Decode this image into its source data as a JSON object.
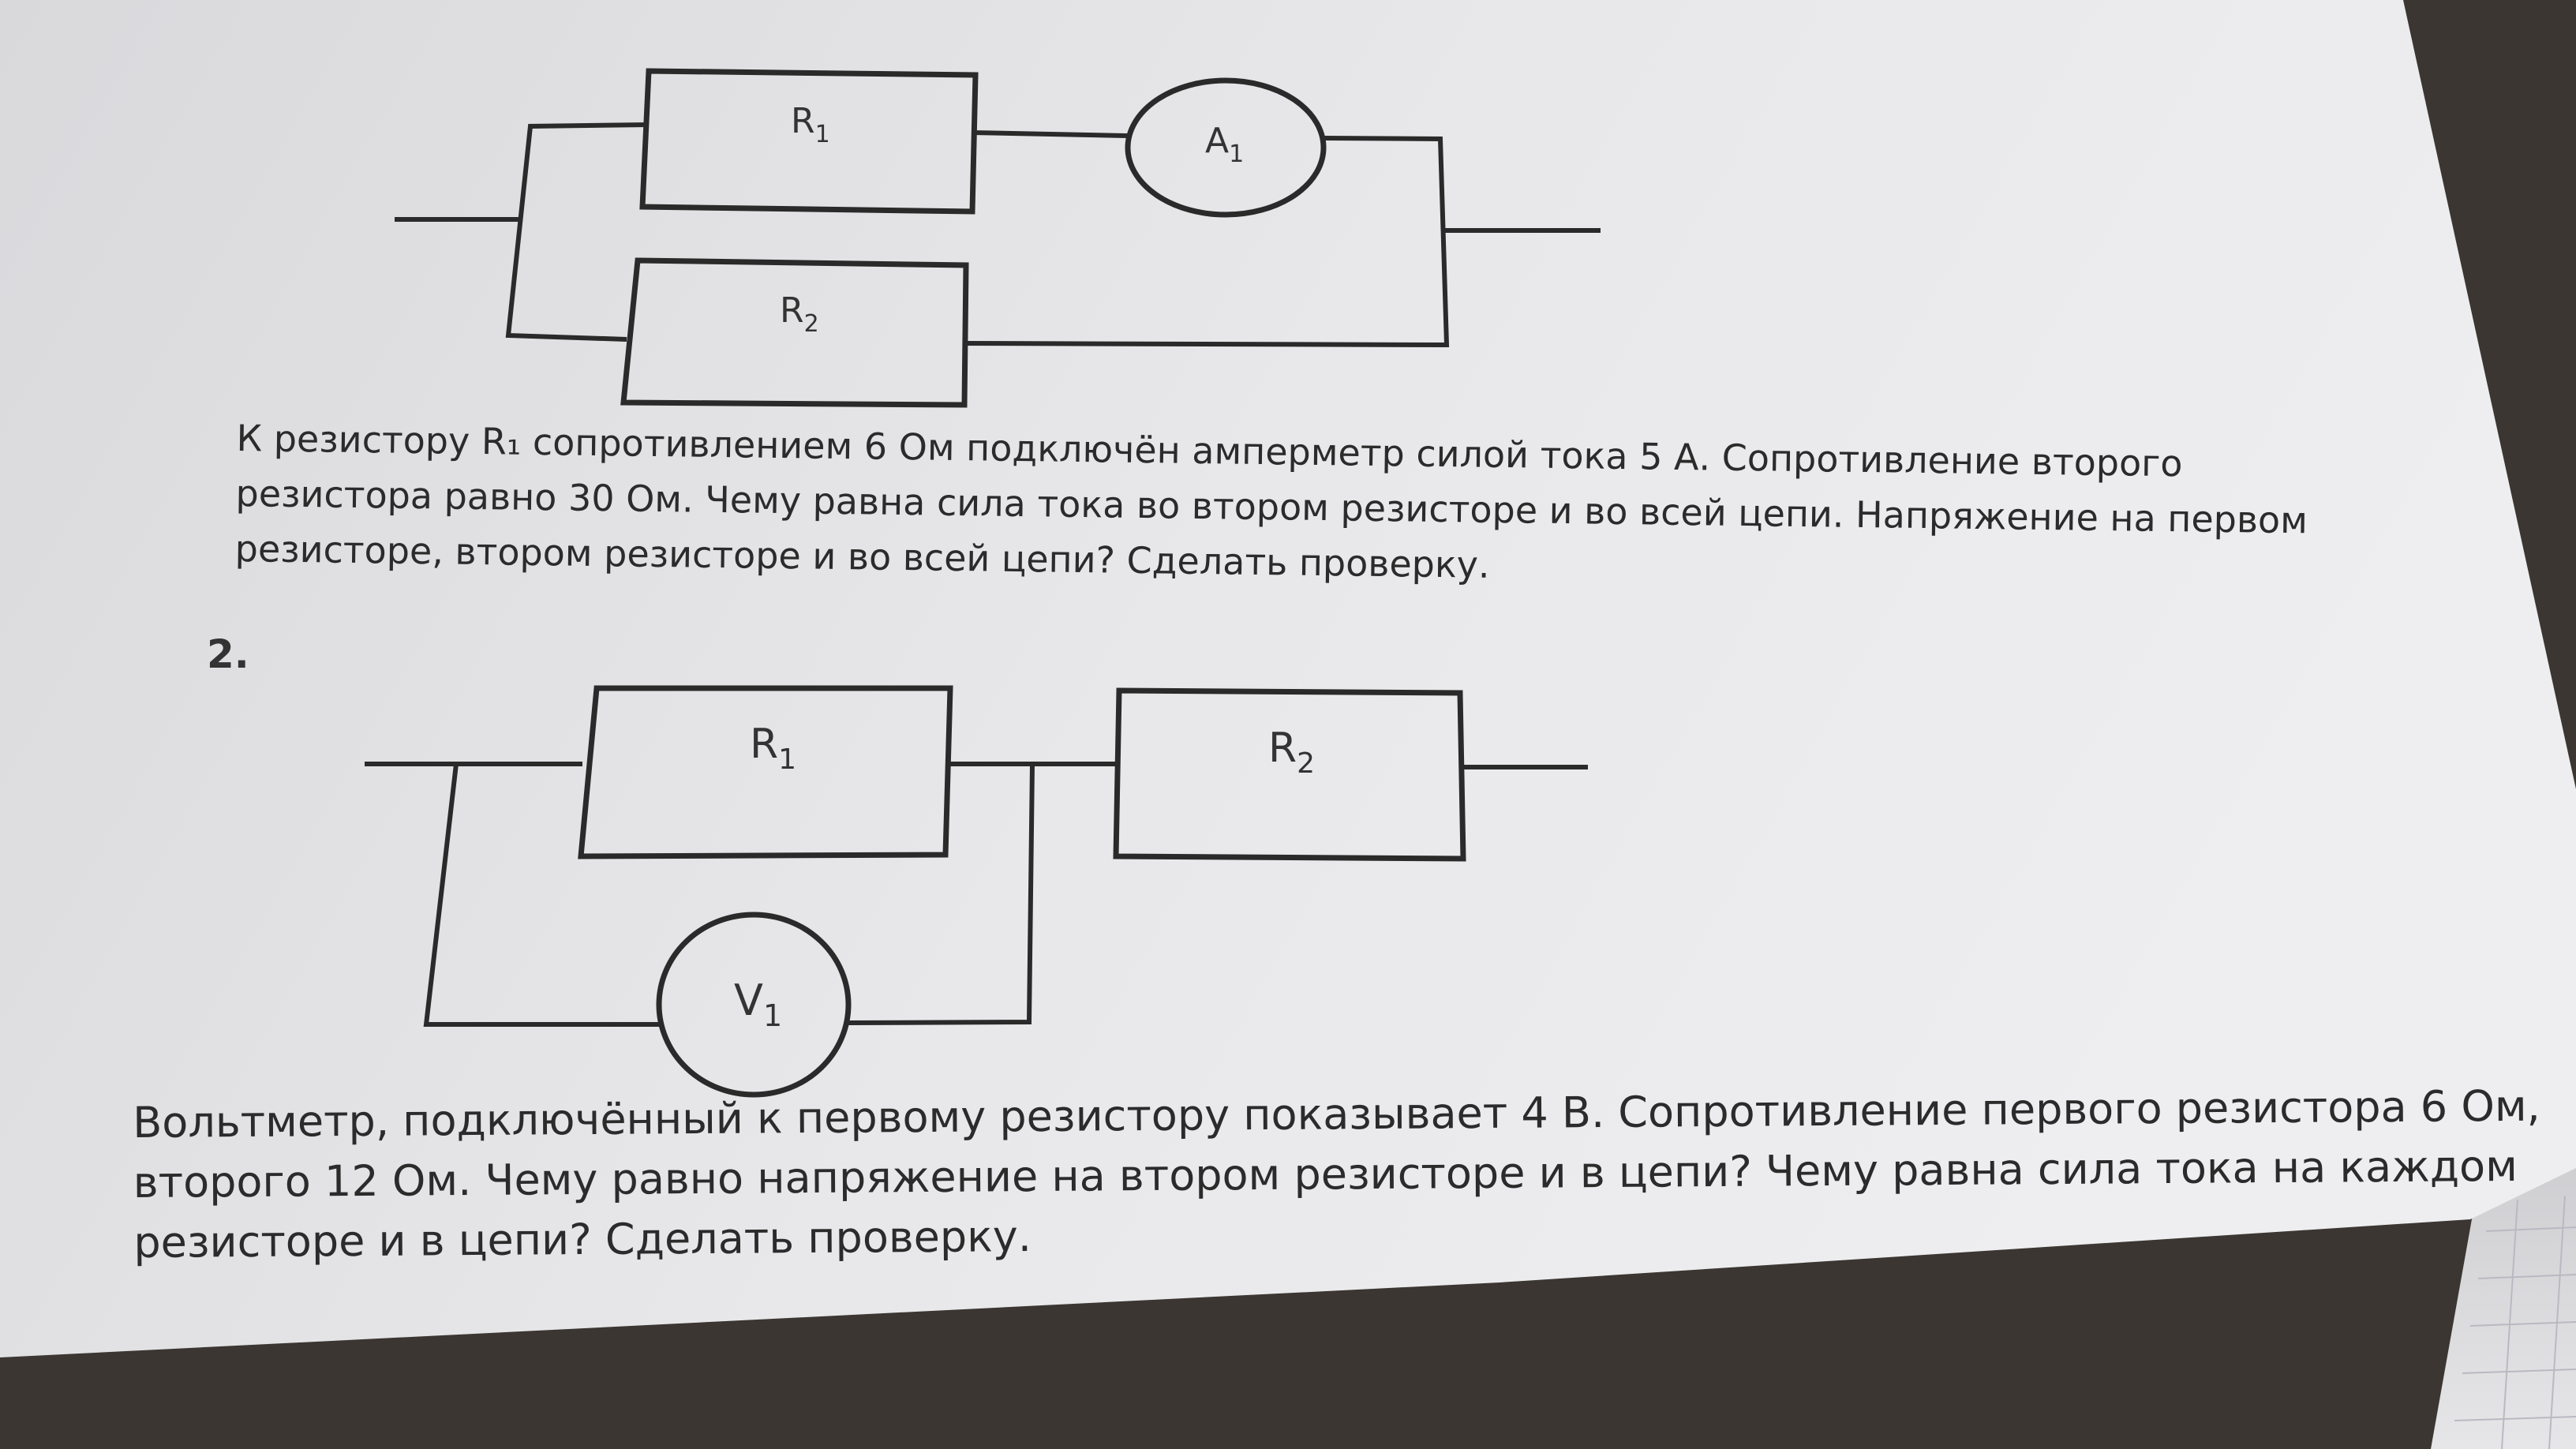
{
  "problem1": {
    "diagram": {
      "r1_label": "R",
      "r1_sub": "1",
      "ammeter_label": "A",
      "ammeter_sub": "1",
      "r2_label": "R",
      "r2_sub": "2"
    },
    "text_lines": [
      "К резистору R₁ сопротивлением 6 Ом подключён амперметр силой тока 5 А. Сопротивление второго",
      "резистора равно 30 Ом. Чему равна сила тока во втором резисторе и во всей цепи. Напряжение на первом",
      "резисторе, втором резисторе и во всей цепи? Сделать проверку."
    ]
  },
  "problem2": {
    "number": "2.",
    "diagram": {
      "r1_label": "R",
      "r1_sub": "1",
      "r2_label": "R",
      "r2_sub": "2",
      "voltmeter_label": "V",
      "voltmeter_sub": "1"
    },
    "text_lines": [
      "Вольтметр, подключённый к первому резистору показывает 4 В. Сопротивление первого резистора 6 Ом,",
      "второго 12 Ом. Чему равно напряжение на втором резисторе и в цепи? Чему равна сила тока на каждом",
      "резисторе и в цепи? Сделать проверку."
    ]
  },
  "colors": {
    "paper": "#e4e4e6",
    "ink": "#2a2a2a",
    "shadow": "#3a3530"
  }
}
